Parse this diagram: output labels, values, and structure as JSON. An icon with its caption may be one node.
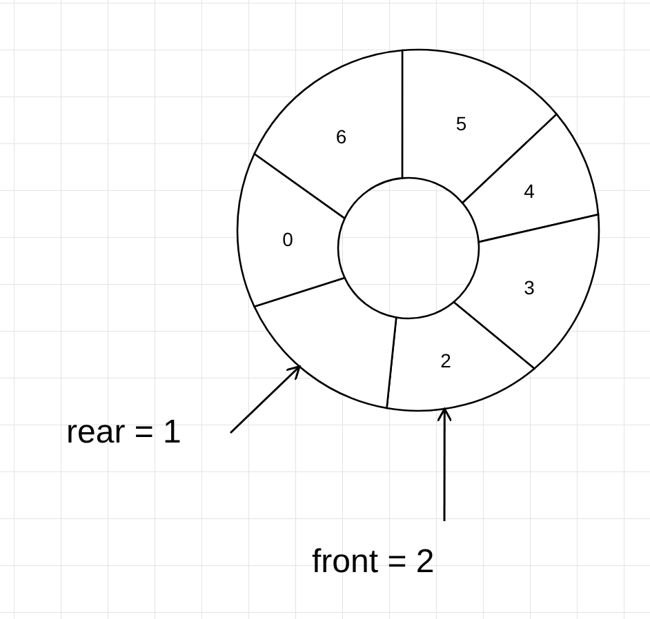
{
  "diagram": {
    "nodes": [
      {
        "text": [
          "6"
        ]
      },
      {
        "text": [
          "5"
        ]
      },
      {
        "text": [
          "4"
        ]
      },
      {
        "text": [
          "3"
        ]
      },
      {
        "text": [
          "2"
        ]
      },
      {
        "text": [],
        "shape": "segment"
      },
      {
        "text": [
          "0"
        ]
      },
      {
        "text": [
          "rear = 1"
        ]
      },
      {
        "text": [
          "front = 2"
        ]
      }
    ],
    "edges": [
      {
        "from": 7,
        "to": 5,
        "arrow": "to"
      },
      {
        "from": 8,
        "to": 4,
        "arrow": "to"
      }
    ]
  }
}
